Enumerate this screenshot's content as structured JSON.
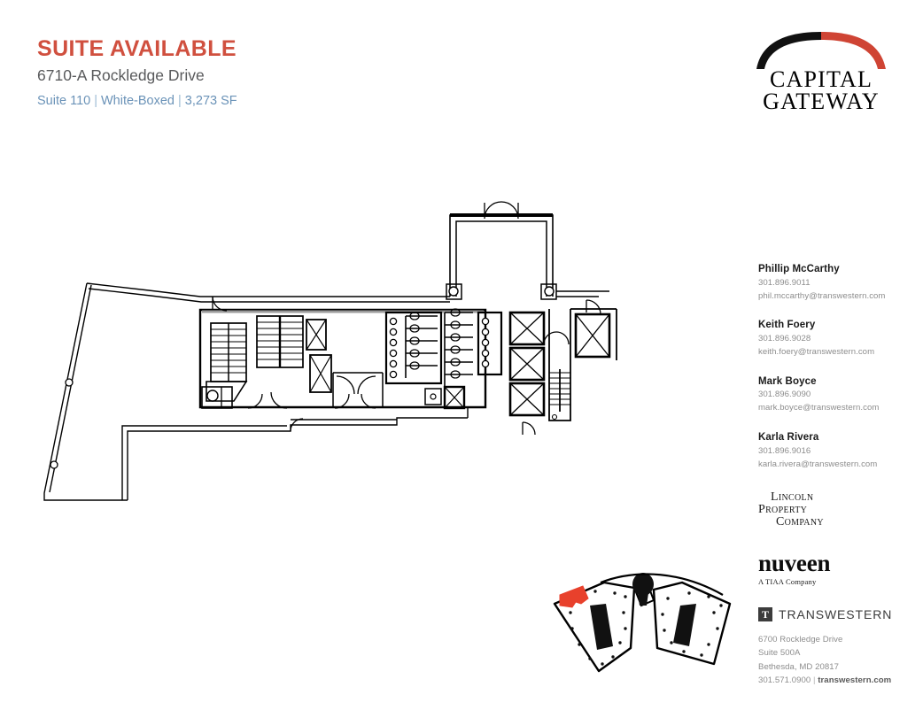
{
  "header": {
    "title": "SUITE AVAILABLE",
    "address": "6710-A Rockledge Drive",
    "suite": "Suite 110",
    "condition": "White-Boxed",
    "area": "3,273 SF",
    "separator": "|"
  },
  "brand": {
    "logo_line_1": "CAPITAL",
    "logo_line_2": "GATEWAY",
    "arch_black": "#111111",
    "arch_red": "#cf4434"
  },
  "colors": {
    "title_red": "#d0503f",
    "spec_blue": "#6b93b8",
    "address_gray": "#58595b",
    "meta_gray": "#8d8d8d",
    "highlight_red": "#e8412c",
    "plan_line": "#000000"
  },
  "contacts": [
    {
      "name": "Phillip McCarthy",
      "phone": "301.896.9011",
      "email": "phil.mccarthy@transwestern.com"
    },
    {
      "name": "Keith Foery",
      "phone": "301.896.9028",
      "email": "keith.foery@transwestern.com"
    },
    {
      "name": "Mark Boyce",
      "phone": "301.896.9090",
      "email": "mark.boyce@transwestern.com"
    },
    {
      "name": "Karla Rivera",
      "phone": "301.896.9016",
      "email": "karla.rivera@transwestern.com"
    }
  ],
  "partners": {
    "lincoln": {
      "line_1": "Lincoln",
      "line_2": "Property",
      "line_3": "Company"
    },
    "nuveen": {
      "word": "nuveen",
      "tagline": "A TIAA Company"
    },
    "transwestern": {
      "mark_letter": "T",
      "word": "TRANSWESTERN"
    }
  },
  "office": {
    "street": "6700 Rockledge Drive",
    "suite": "Suite 500A",
    "city_state_zip": "Bethesda, MD 20817",
    "phone": "301.571.0900",
    "separator": "|",
    "website": "transwestern.com"
  },
  "floorplan": {
    "label": "suite-110-floor-plan",
    "elevator_count": 4,
    "stair_count": 3
  },
  "keyplan": {
    "label": "building-key-plan",
    "highlight_label": "suite-location-highlight"
  }
}
